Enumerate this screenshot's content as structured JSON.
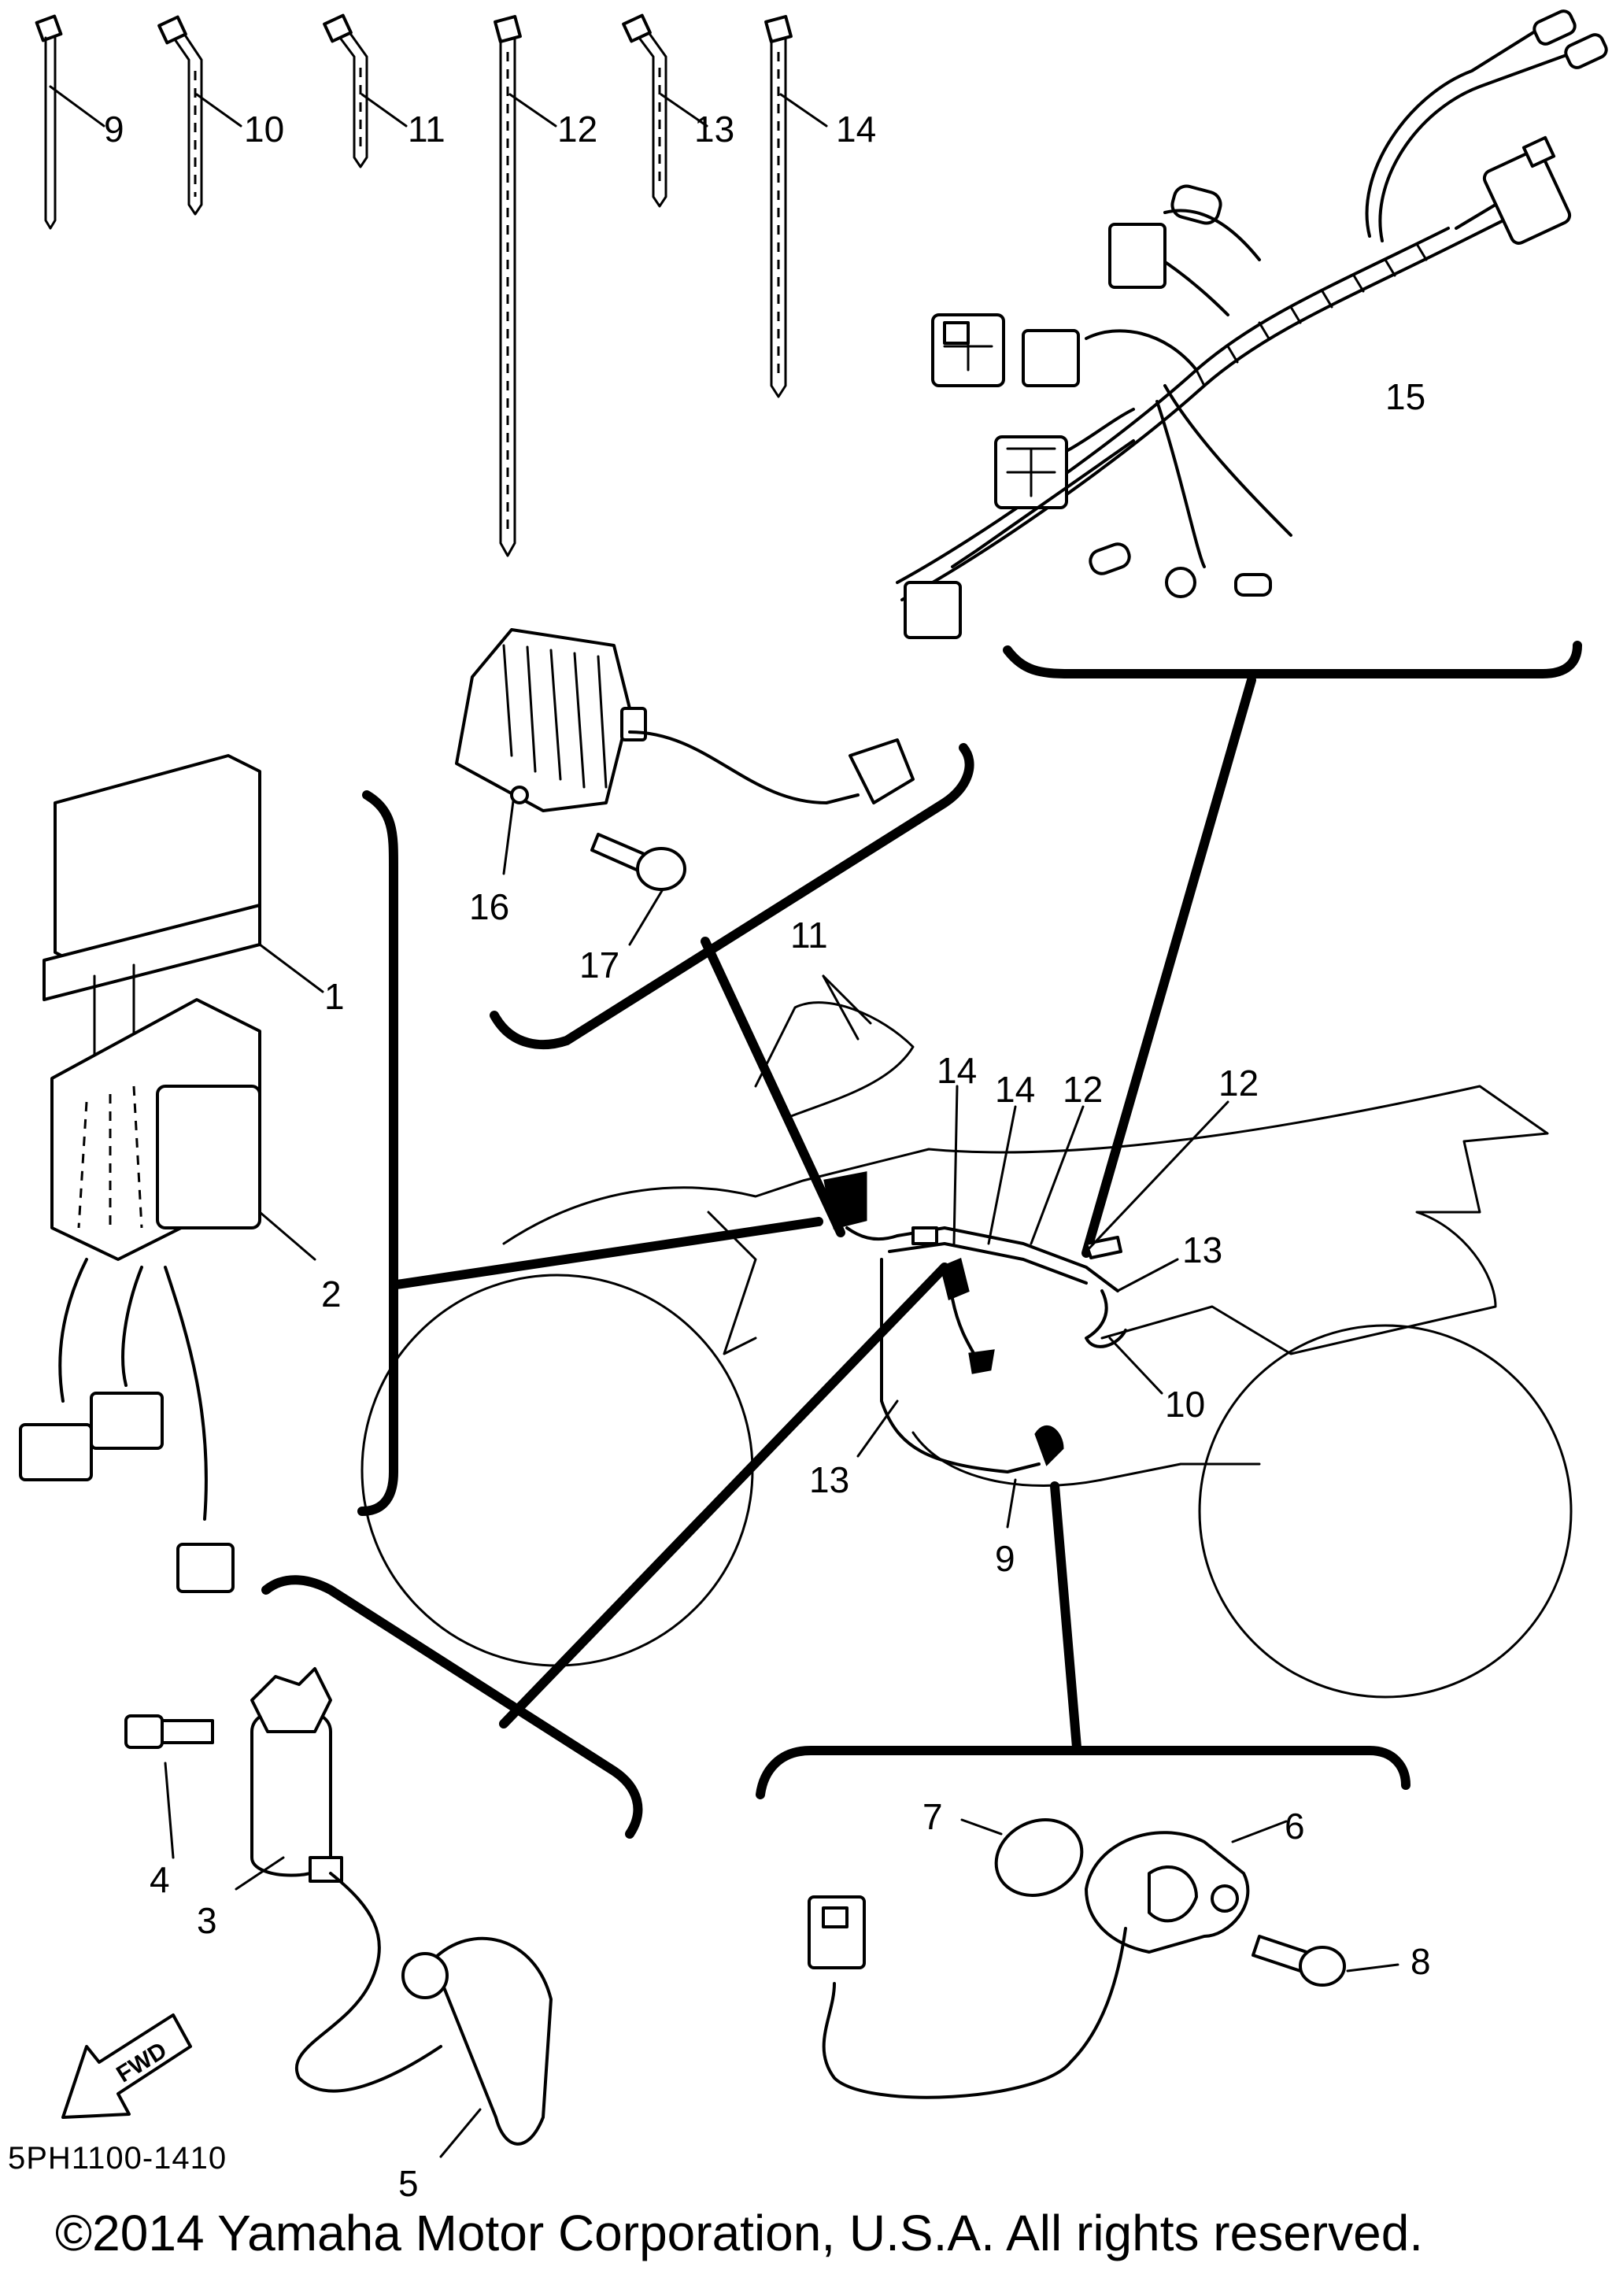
{
  "diagram": {
    "drawing_code": "5PH1100-1410",
    "copyright": "©2014 Yamaha Motor Corporation, U.S.A. All rights reserved.",
    "fwd_label": "FWD",
    "callouts": {
      "c1": "1",
      "c2": "2",
      "c3": "3",
      "c4": "4",
      "c5": "5",
      "c6": "6",
      "c7": "7",
      "c8": "8",
      "c9_top": "9",
      "c10_top": "10",
      "c11_top": "11",
      "c12_top": "12",
      "c13_top": "13",
      "c14_top": "14",
      "c15": "15",
      "c16": "16",
      "c17": "17",
      "c11_bike": "11",
      "c14_bike_a": "14",
      "c14_bike_b": "14",
      "c12_bike_a": "12",
      "c12_bike_b": "12",
      "c13_bike_a": "13",
      "c13_bike_b": "13",
      "c10_bike": "10",
      "c9_bike": "9"
    }
  }
}
